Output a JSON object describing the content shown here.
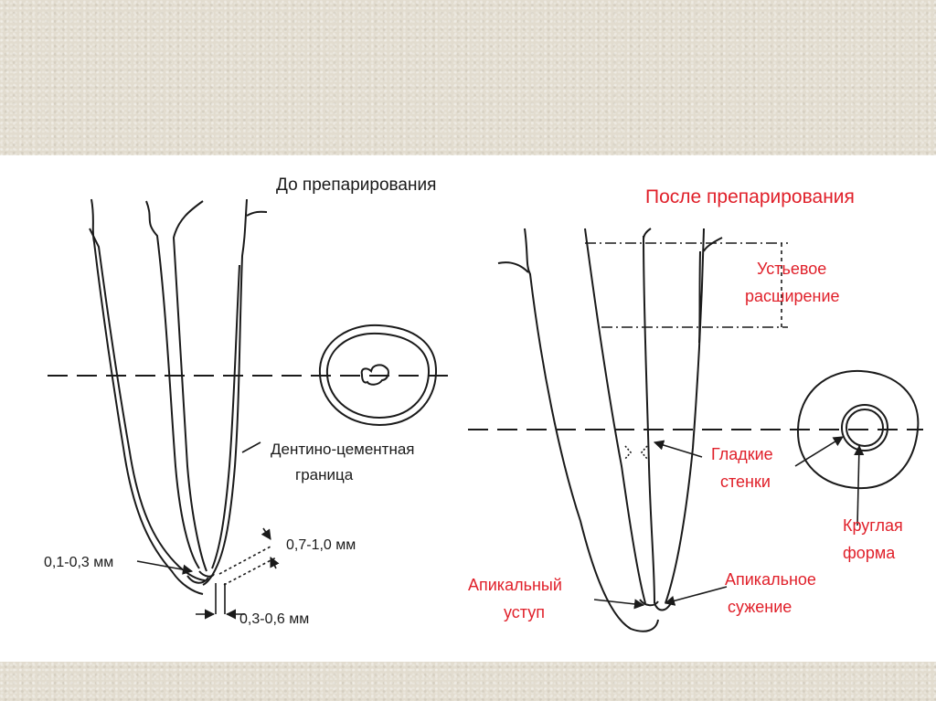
{
  "left_panel": {
    "title": "До препарирования",
    "label_dentin_line1": "Дентино-цементная",
    "label_dentin_line2": "граница",
    "dim_a": "0,1-0,3 мм",
    "dim_b": "0,7-1,0 мм",
    "dim_c": "0,3-0,6 мм"
  },
  "right_panel": {
    "title": "После препарирования",
    "label_orifice_line1": "Устьевое",
    "label_orifice_line2": "расширение",
    "label_smooth_line1": "Гладкие",
    "label_smooth_line2": "стенки",
    "label_round_line1": "Круглая",
    "label_round_line2": "форма",
    "label_apical_step_line1": "Апикальный",
    "label_apical_step_line2": "уступ",
    "label_apical_narrow_line1": "Апикальное",
    "label_apical_narrow_line2": "сужение"
  },
  "colors": {
    "label_red": "#e0202a",
    "line_black": "#1a1a1a",
    "background_texture": "#e2dccf"
  }
}
